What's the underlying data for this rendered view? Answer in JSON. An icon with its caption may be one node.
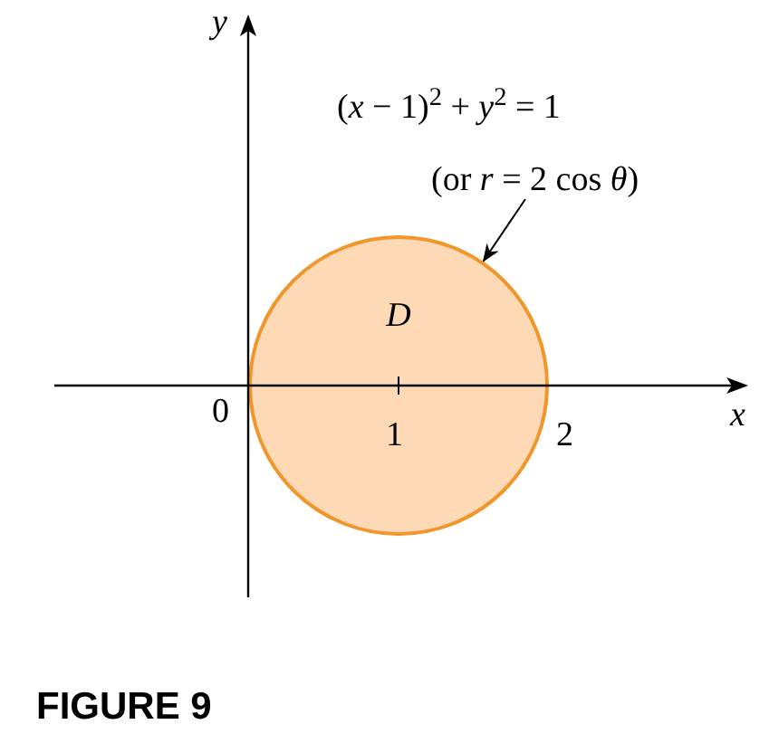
{
  "diagram": {
    "caption": "FIGURE 9",
    "nodes": [
      {
        "text": [
          "(*x* − 1)$^{2}$ + *y*$^{2}$ = 1",
          "(or *r* = 2 cos *θ*)"
        ]
      },
      {
        "text": [
          "D"
        ]
      }
    ],
    "edges": [
      {
        "from": 0,
        "to": 1,
        "arrow": "to"
      }
    ],
    "labels": [
      "y",
      "x",
      "0",
      "1",
      "2"
    ]
  }
}
